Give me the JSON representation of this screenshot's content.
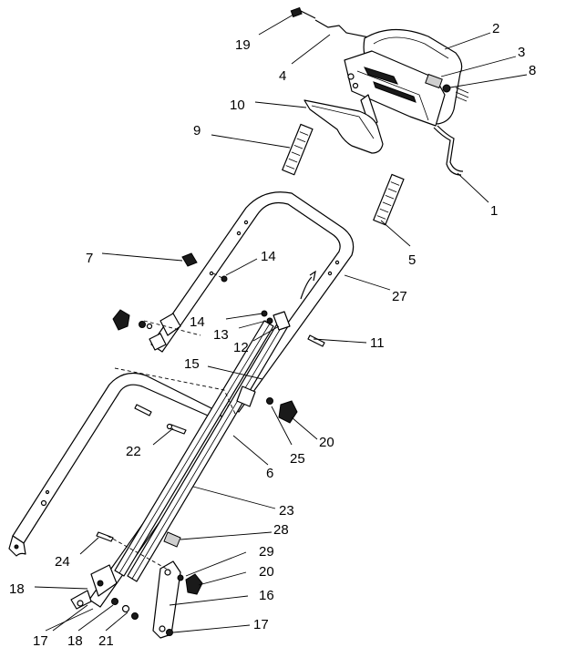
{
  "callouts": [
    {
      "id": "c1",
      "label": "1"
    },
    {
      "id": "c2",
      "label": "2"
    },
    {
      "id": "c3",
      "label": "3"
    },
    {
      "id": "c8",
      "label": "8"
    },
    {
      "id": "c19",
      "label": "19"
    },
    {
      "id": "c4",
      "label": "4"
    },
    {
      "id": "c10",
      "label": "10"
    },
    {
      "id": "c9",
      "label": "9"
    },
    {
      "id": "c5",
      "label": "5"
    },
    {
      "id": "c7",
      "label": "7"
    },
    {
      "id": "c14a",
      "label": "14"
    },
    {
      "id": "c27",
      "label": "27"
    },
    {
      "id": "c14b",
      "label": "14"
    },
    {
      "id": "c13",
      "label": "13"
    },
    {
      "id": "c12",
      "label": "12"
    },
    {
      "id": "c11",
      "label": "11"
    },
    {
      "id": "c15",
      "label": "15"
    },
    {
      "id": "c20a",
      "label": "20"
    },
    {
      "id": "c25",
      "label": "25"
    },
    {
      "id": "c22",
      "label": "22"
    },
    {
      "id": "c6",
      "label": "6"
    },
    {
      "id": "c23",
      "label": "23"
    },
    {
      "id": "c28",
      "label": "28"
    },
    {
      "id": "c24",
      "label": "24"
    },
    {
      "id": "c29",
      "label": "29"
    },
    {
      "id": "c20b",
      "label": "20"
    },
    {
      "id": "c18a",
      "label": "18"
    },
    {
      "id": "c16",
      "label": "16"
    },
    {
      "id": "c17a",
      "label": "17"
    },
    {
      "id": "c18b",
      "label": "18"
    },
    {
      "id": "c21",
      "label": "21"
    },
    {
      "id": "c17b",
      "label": "17"
    }
  ]
}
